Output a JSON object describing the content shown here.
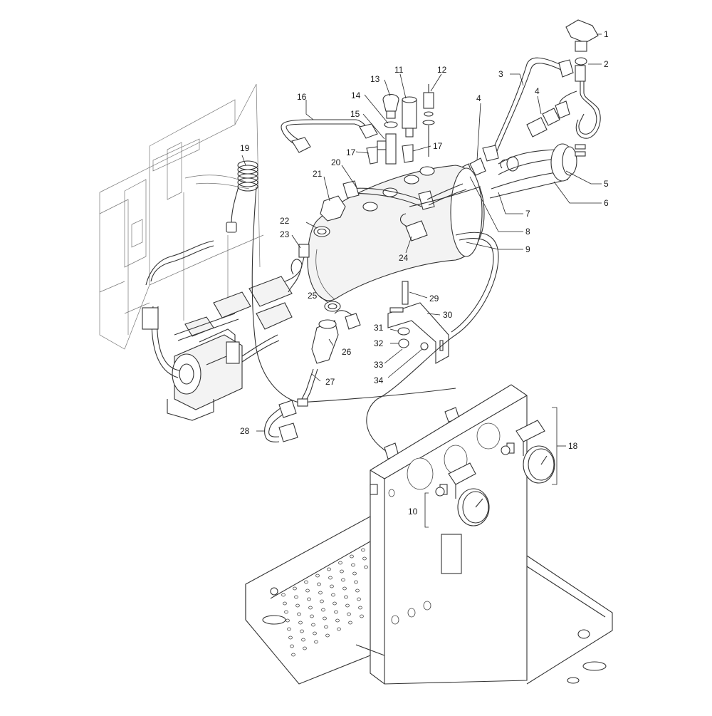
{
  "callouts": [
    {
      "id": "1",
      "label": "1"
    },
    {
      "id": "2",
      "label": "2"
    },
    {
      "id": "3",
      "label": "3"
    },
    {
      "id": "4a",
      "label": "4"
    },
    {
      "id": "4b",
      "label": "4"
    },
    {
      "id": "5",
      "label": "5"
    },
    {
      "id": "6",
      "label": "6"
    },
    {
      "id": "7",
      "label": "7"
    },
    {
      "id": "8",
      "label": "8"
    },
    {
      "id": "9",
      "label": "9"
    },
    {
      "id": "10",
      "label": "10"
    },
    {
      "id": "11",
      "label": "11"
    },
    {
      "id": "12",
      "label": "12"
    },
    {
      "id": "13",
      "label": "13"
    },
    {
      "id": "14",
      "label": "14"
    },
    {
      "id": "15",
      "label": "15"
    },
    {
      "id": "16",
      "label": "16"
    },
    {
      "id": "17a",
      "label": "17"
    },
    {
      "id": "17b",
      "label": "17"
    },
    {
      "id": "18",
      "label": "18"
    },
    {
      "id": "19",
      "label": "19"
    },
    {
      "id": "20",
      "label": "20"
    },
    {
      "id": "21",
      "label": "21"
    },
    {
      "id": "22",
      "label": "22"
    },
    {
      "id": "23",
      "label": "23"
    },
    {
      "id": "24",
      "label": "24"
    },
    {
      "id": "25",
      "label": "25"
    },
    {
      "id": "26",
      "label": "26"
    },
    {
      "id": "27",
      "label": "27"
    },
    {
      "id": "28",
      "label": "28"
    },
    {
      "id": "29",
      "label": "29"
    },
    {
      "id": "30",
      "label": "30"
    },
    {
      "id": "31",
      "label": "31"
    },
    {
      "id": "32",
      "label": "32"
    },
    {
      "id": "33",
      "label": "33"
    },
    {
      "id": "34",
      "label": "34"
    }
  ]
}
